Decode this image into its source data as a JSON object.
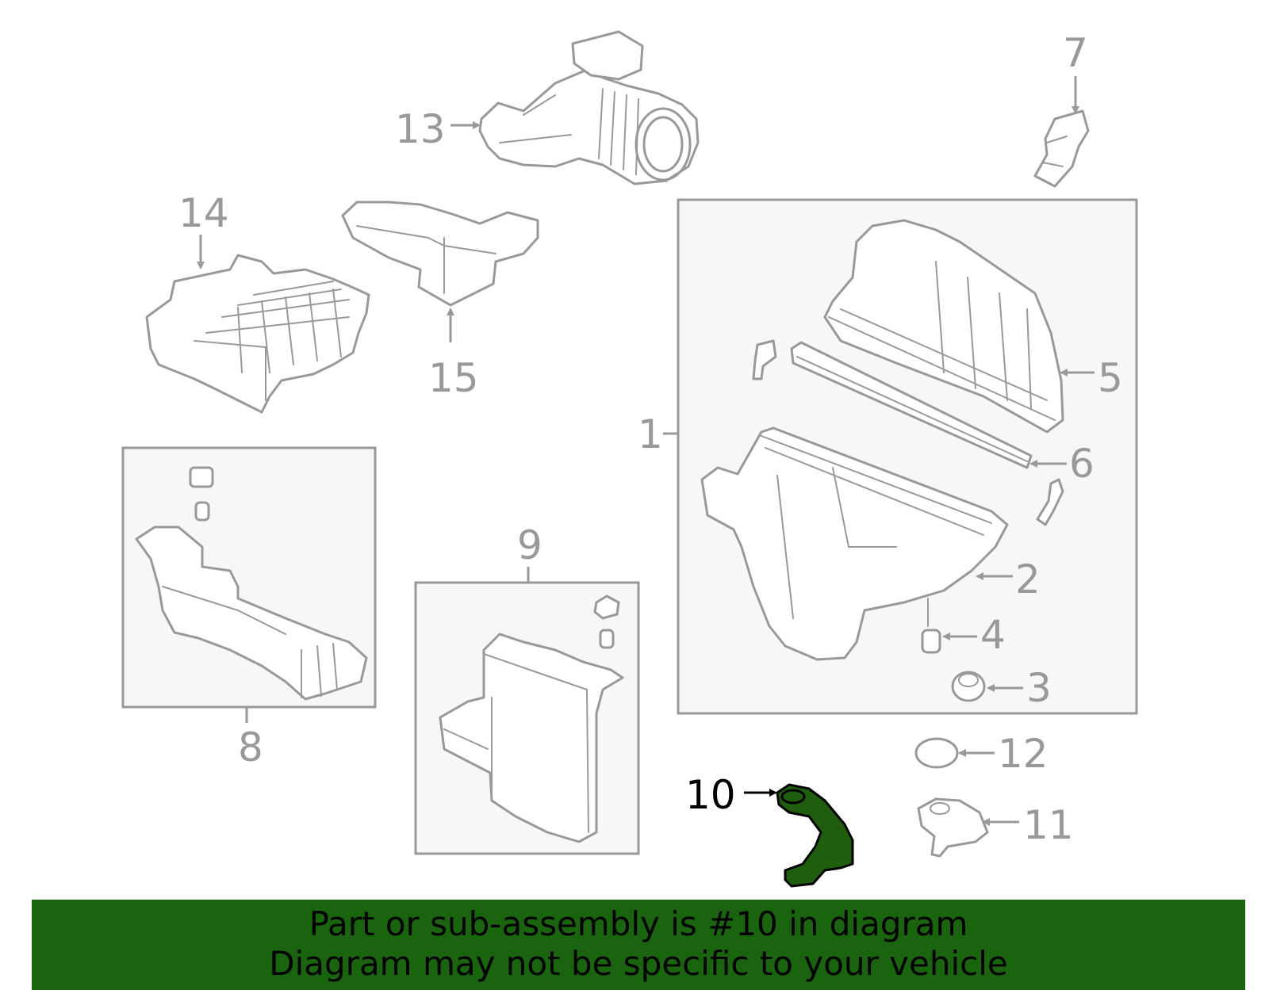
{
  "callouts": {
    "c1": "1",
    "c2": "2",
    "c3": "3",
    "c4": "4",
    "c5": "5",
    "c6": "6",
    "c7": "7",
    "c8": "8",
    "c9": "9",
    "c10": "10",
    "c11": "11",
    "c12": "12",
    "c13": "13",
    "c14": "14",
    "c15": "15"
  },
  "highlighted_part": "10",
  "colors": {
    "highlight": "#1e5e0e",
    "banner": "#1a6410",
    "line": "#999999"
  },
  "banner": {
    "line1": "Part or sub-assembly is #10 in diagram",
    "line2": "Diagram may not be specific to your vehicle"
  }
}
